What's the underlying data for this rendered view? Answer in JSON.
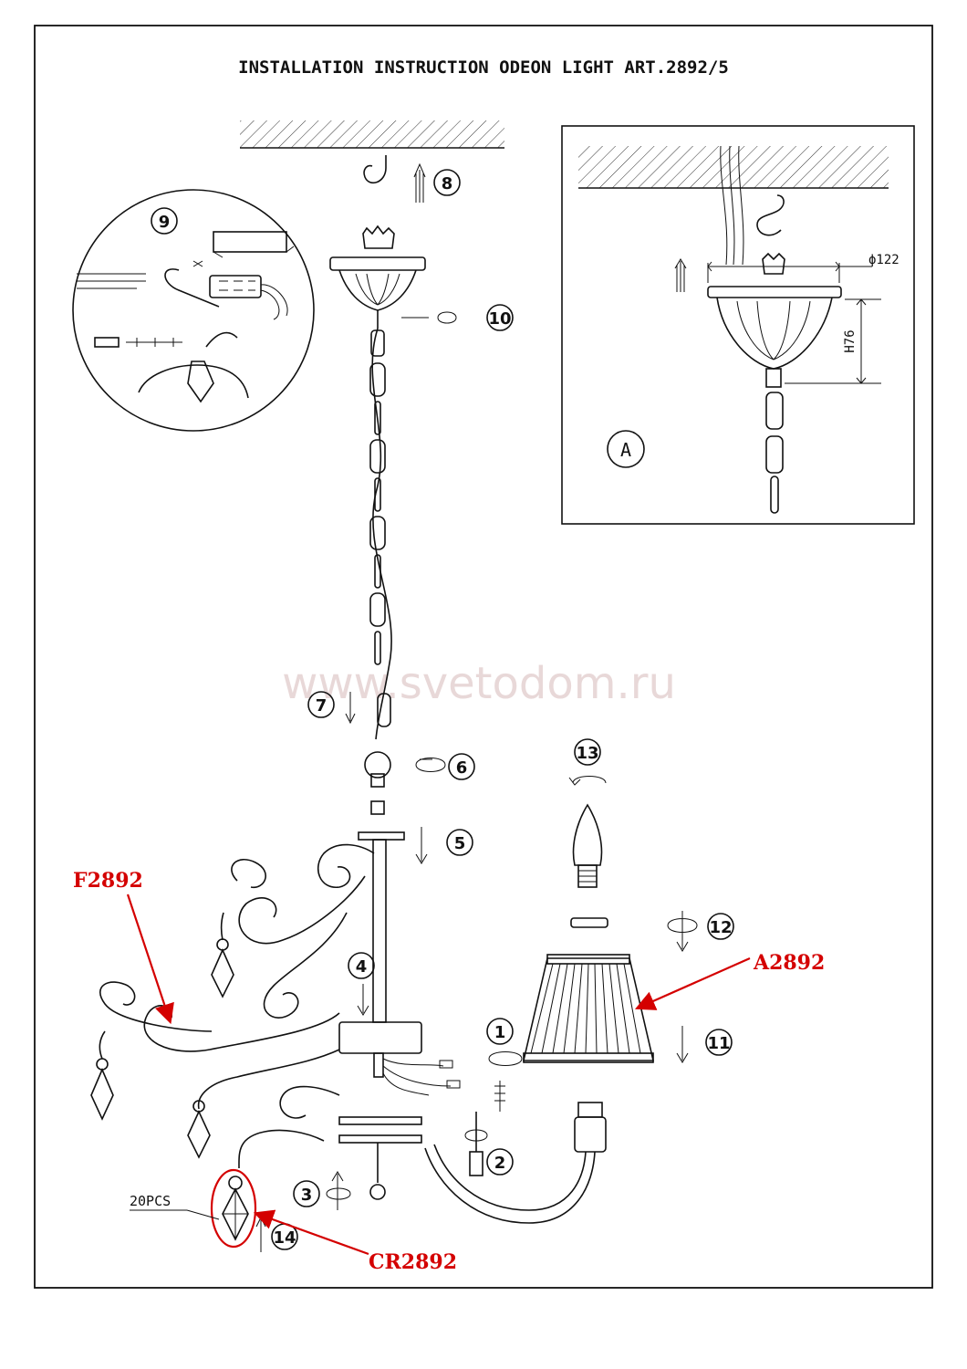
{
  "title": "INSTALLATION INSTRUCTION ODEON LIGHT ART.2892/5",
  "watermark": "www.svetodom.ru",
  "steps": {
    "s1": "1",
    "s2": "2",
    "s3": "3",
    "s4": "4",
    "s5": "5",
    "s6": "6",
    "s7": "7",
    "s8": "8",
    "s9": "9",
    "s10": "10",
    "s11": "11",
    "s12": "12",
    "s13": "13",
    "s14": "14"
  },
  "detail": {
    "label": "A",
    "diameter": "ϕ122",
    "height": "H76"
  },
  "parts": {
    "frame": "F2892",
    "shade": "A2892",
    "crystal": "CR2892",
    "crystal_qty": "20PCS"
  },
  "colors": {
    "annotation": "#d40000",
    "line": "#111111"
  }
}
